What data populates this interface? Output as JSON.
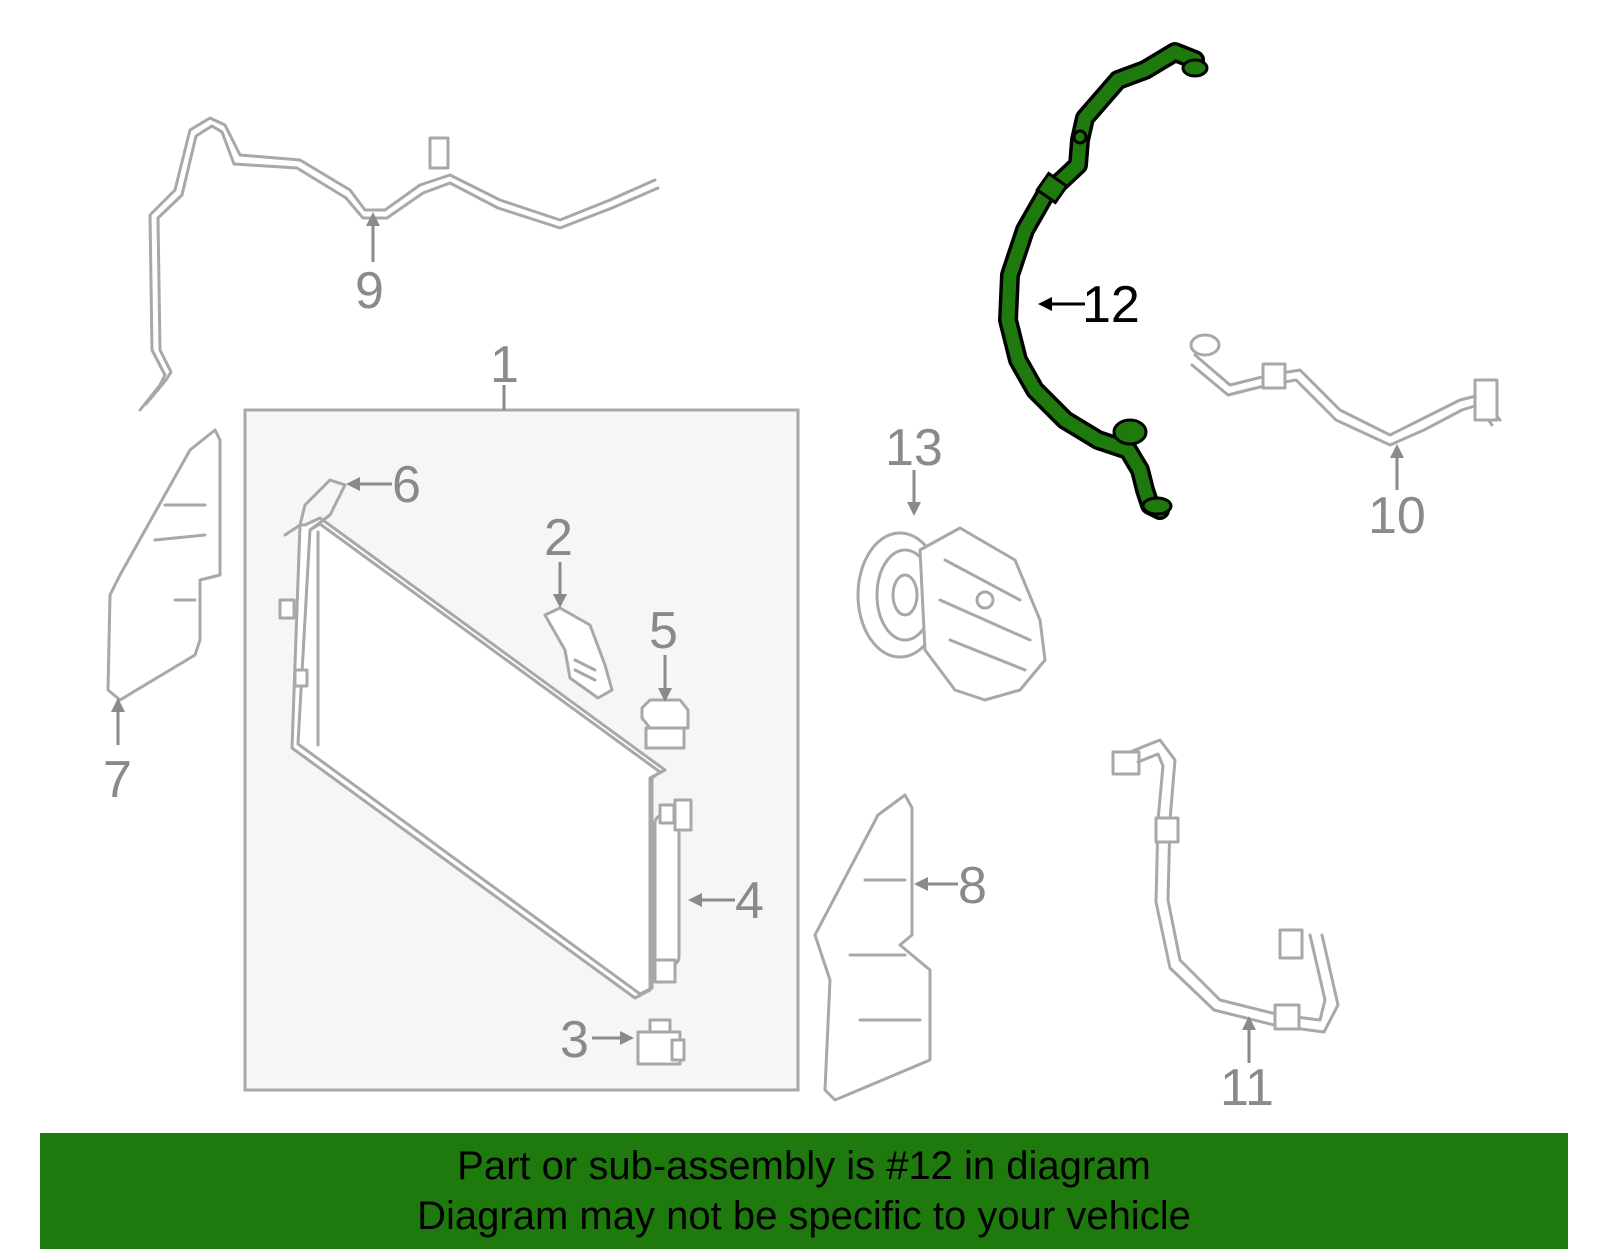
{
  "callouts": {
    "c1": "1",
    "c2": "2",
    "c3": "3",
    "c4": "4",
    "c5": "5",
    "c6": "6",
    "c7": "7",
    "c8": "8",
    "c9": "9",
    "c10": "10",
    "c11": "11",
    "c12": "12",
    "c13": "13"
  },
  "highlight": {
    "part_number": "12",
    "color": "#1f7a0e"
  },
  "banner": {
    "line1": "Part or sub-assembly is #12 in diagram",
    "line2": "Diagram may not be specific to your vehicle",
    "color": "#1f7a0e"
  },
  "colors": {
    "part_outline": "#a8a8a8",
    "callout_text": "#8a8a8a",
    "assembly_box_fill": "#f6f6f6"
  }
}
